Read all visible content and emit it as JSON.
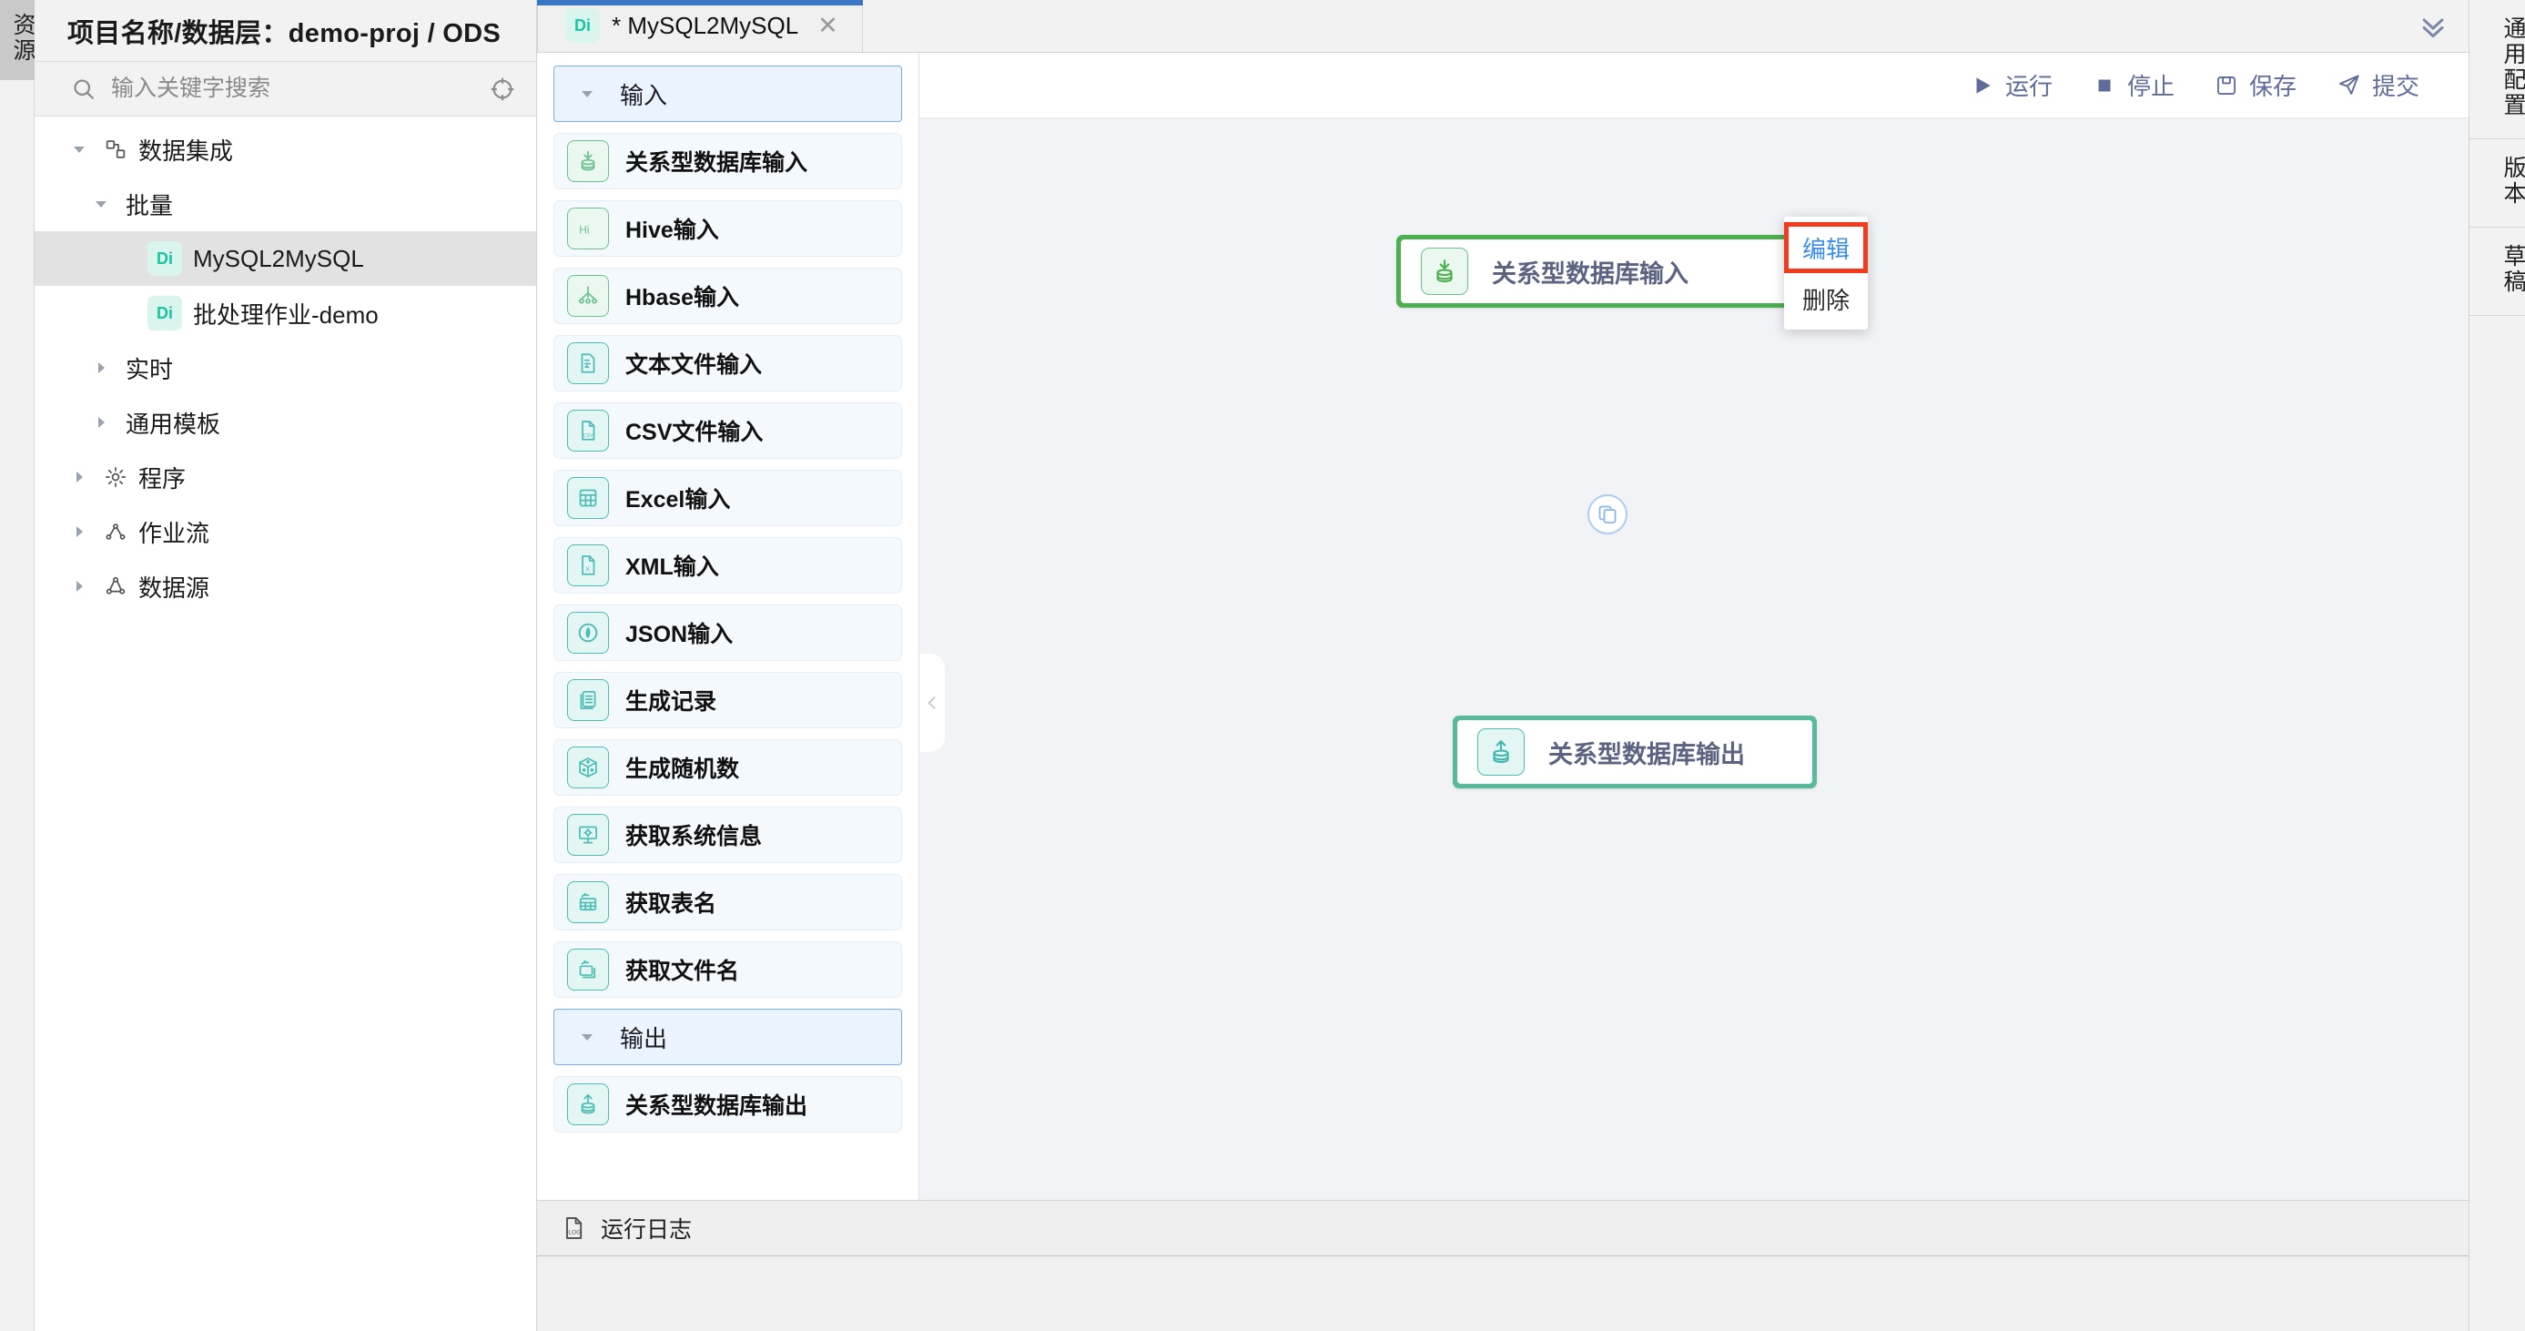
{
  "left_rail": {
    "tab_label": "资源"
  },
  "sidebar": {
    "title": "项目名称/数据层：demo-proj / ODS",
    "search": {
      "placeholder": "输入关键字搜索",
      "value": "",
      "icon": "search-icon",
      "locate_icon": "locate-target-icon"
    },
    "tree": [
      {
        "label": "数据集成",
        "level": 0,
        "caret": "down",
        "icon": "integration-icon",
        "badge": null,
        "selected": false
      },
      {
        "label": "批量",
        "level": 1,
        "caret": "down",
        "icon": null,
        "badge": null,
        "selected": false
      },
      {
        "label": "MySQL2MySQL",
        "level": 2,
        "caret": "none",
        "icon": null,
        "badge": "Di",
        "selected": true
      },
      {
        "label": "批处理作业-demo",
        "level": 2,
        "caret": "none",
        "icon": null,
        "badge": "Di",
        "selected": false
      },
      {
        "label": "实时",
        "level": 1,
        "caret": "right",
        "icon": null,
        "badge": null,
        "selected": false
      },
      {
        "label": "通用模板",
        "level": 1,
        "caret": "right",
        "icon": null,
        "badge": null,
        "selected": false
      },
      {
        "label": "程序",
        "level": 0,
        "caret": "right",
        "icon": "gear-icon",
        "badge": null,
        "selected": false
      },
      {
        "label": "作业流",
        "level": 0,
        "caret": "right",
        "icon": "workflow-icon",
        "badge": null,
        "selected": false
      },
      {
        "label": "数据源",
        "level": 0,
        "caret": "right",
        "icon": "datasource-icon",
        "badge": null,
        "selected": false
      }
    ]
  },
  "tabbar": {
    "tabs": [
      {
        "badge": "Di",
        "label": "* MySQL2MySQL",
        "close": "✕",
        "active": true
      }
    ],
    "collapse_icon": "chevron-double-down-icon"
  },
  "palette": {
    "groups": [
      {
        "label": "输入",
        "caret": "down",
        "items": [
          {
            "label": "关系型数据库输入",
            "icon": "db-input-icon",
            "tone": "green"
          },
          {
            "label": "Hive输入",
            "icon": "hive-icon",
            "tone": "green"
          },
          {
            "label": "Hbase输入",
            "icon": "hbase-icon",
            "tone": "green"
          },
          {
            "label": "文本文件输入",
            "icon": "text-file-in-icon",
            "tone": "teal"
          },
          {
            "label": "CSV文件输入",
            "icon": "csv-file-icon",
            "tone": "teal"
          },
          {
            "label": "Excel输入",
            "icon": "excel-icon",
            "tone": "teal"
          },
          {
            "label": "XML输入",
            "icon": "xml-file-icon",
            "tone": "teal"
          },
          {
            "label": "JSON输入",
            "icon": "json-icon",
            "tone": "teal"
          },
          {
            "label": "生成记录",
            "icon": "generate-rows-icon",
            "tone": "teal"
          },
          {
            "label": "生成随机数",
            "icon": "dice-icon",
            "tone": "teal"
          },
          {
            "label": "获取系统信息",
            "icon": "system-info-icon",
            "tone": "teal"
          },
          {
            "label": "获取表名",
            "icon": "table-name-icon",
            "tone": "teal"
          },
          {
            "label": "获取文件名",
            "icon": "file-name-icon",
            "tone": "teal"
          }
        ]
      },
      {
        "label": "输出",
        "caret": "down",
        "items": [
          {
            "label": "关系型数据库输出",
            "icon": "db-output-icon",
            "tone": "teal"
          }
        ]
      }
    ],
    "collapse_handle_icon": "chevron-left-icon"
  },
  "toolbar": {
    "buttons": [
      {
        "label": "运行",
        "icon": "play-icon"
      },
      {
        "label": "停止",
        "icon": "stop-icon"
      },
      {
        "label": "保存",
        "icon": "save-icon"
      },
      {
        "label": "提交",
        "icon": "submit-icon"
      }
    ]
  },
  "canvas": {
    "nodes": [
      {
        "id": "node-input",
        "label": "关系型数据库输入",
        "icon": "db-input-icon",
        "accent": "#4caf50"
      },
      {
        "id": "node-output",
        "label": "关系型数据库输出",
        "icon": "db-output-icon",
        "accent": "#57bb9b"
      }
    ],
    "edge_badge_icon": "copy-rows-icon",
    "context_menu": {
      "items": [
        {
          "label": "编辑",
          "highlighted": true
        },
        {
          "label": "删除",
          "highlighted": false
        }
      ],
      "highlight_color": "#f23b1c",
      "active_text_color": "#3b8cf0"
    }
  },
  "logbar": {
    "label": "运行日志",
    "icon": "log-file-icon"
  },
  "right_rail": {
    "items": [
      {
        "label": "通用配置"
      },
      {
        "label": "版本"
      },
      {
        "label": "草稿"
      }
    ]
  }
}
